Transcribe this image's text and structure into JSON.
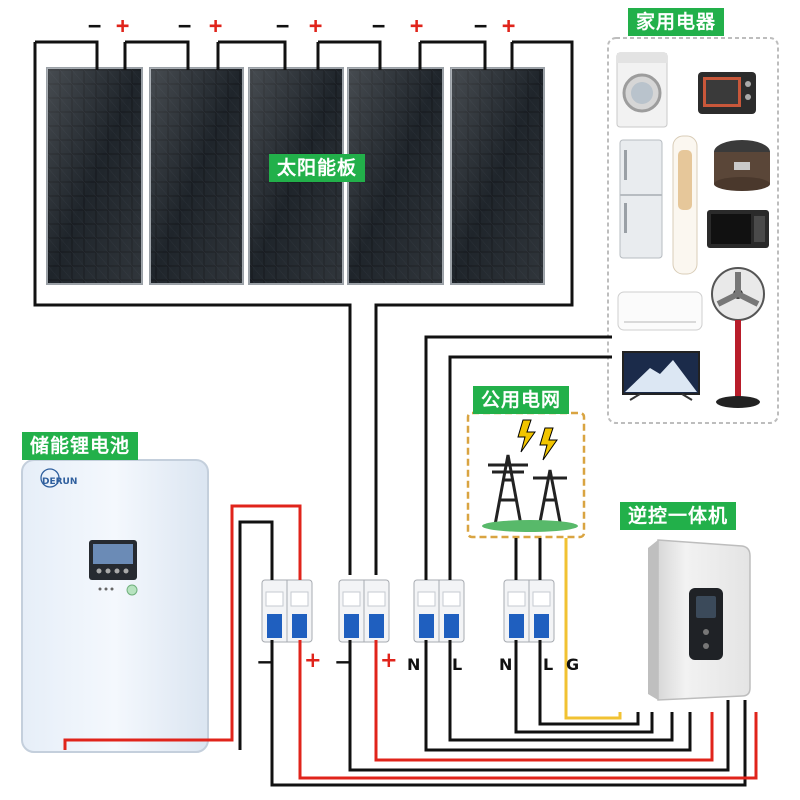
{
  "labels": {
    "solar_panels": "太阳能板",
    "appliances": "家用电器",
    "grid": "公用电网",
    "battery": "储能锂电池",
    "inverter": "逆控一体机"
  },
  "panel_polarity": {
    "negative": "−",
    "positive": "+"
  },
  "panel_count": 5,
  "battery_brand": "DERUN",
  "breaker_terminals": [
    {
      "left": "−",
      "right": "+"
    },
    {
      "left": "−",
      "right": "+"
    },
    {
      "left": "N",
      "right": "L"
    },
    {
      "left": "N",
      "right": "L",
      "extra": "G"
    }
  ],
  "appliance_icons": [
    "washing-machine-icon",
    "oven-icon",
    "fridge-icon",
    "air-purifier-icon",
    "rice-cooker-icon",
    "microwave-icon",
    "air-conditioner-icon",
    "fan-icon",
    "tv-icon"
  ],
  "colors": {
    "label_green": "#22b04a",
    "wire_black": "#111111",
    "wire_red": "#e0241b",
    "wire_yellow": "#f1c232",
    "grid_frame": "#d9a441",
    "breaker_blue": "#1f5fbf"
  }
}
